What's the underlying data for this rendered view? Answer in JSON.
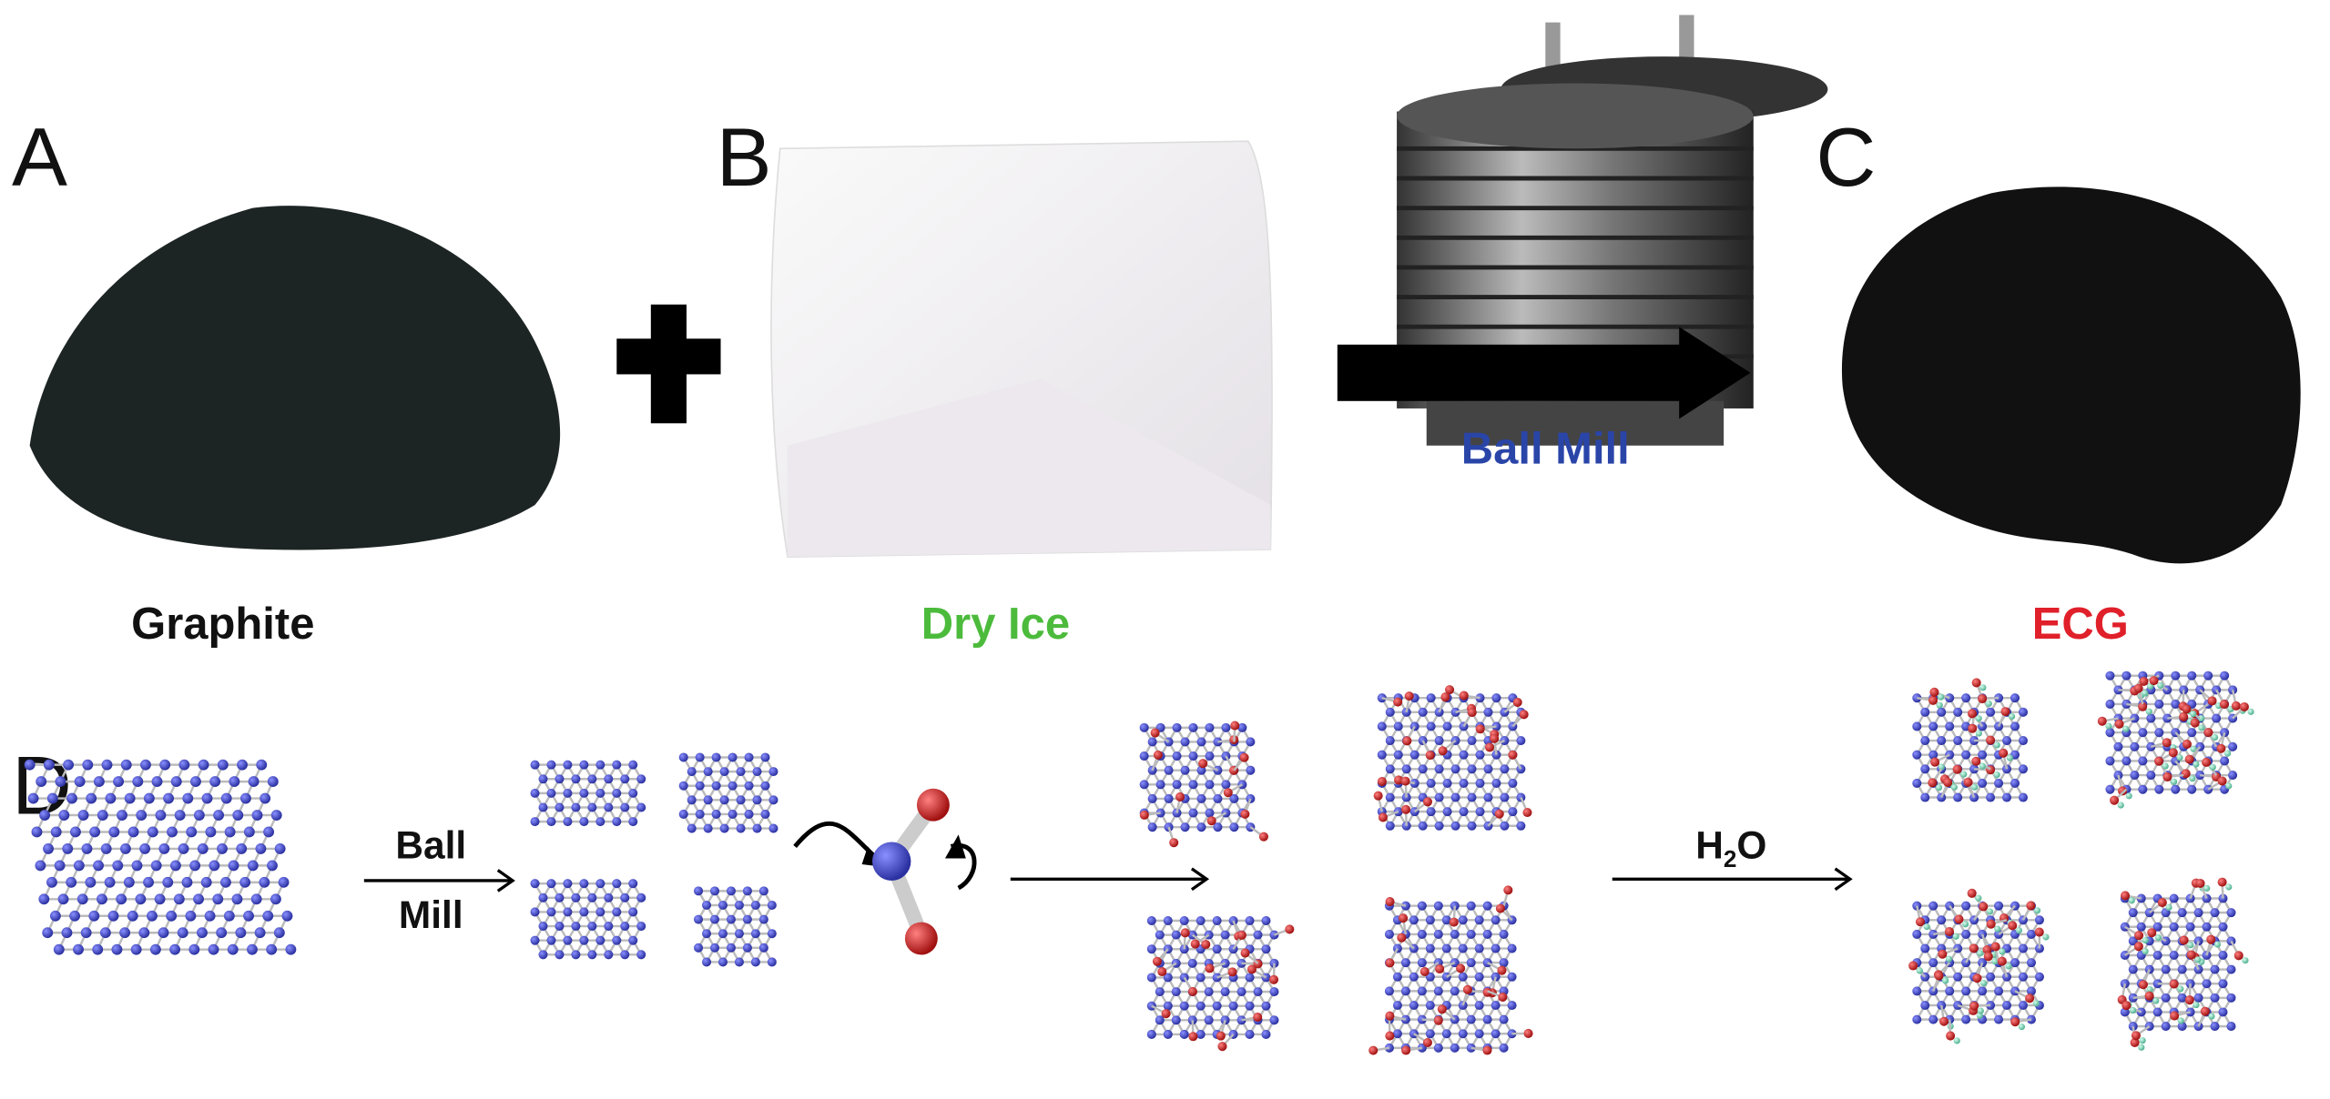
{
  "panels": {
    "a": {
      "letter": "A",
      "caption": "Graphite"
    },
    "b": {
      "letter": "B",
      "caption": "Dry Ice"
    },
    "c": {
      "letter": "C",
      "caption": "ECG"
    },
    "d": {
      "letter": "D"
    }
  },
  "process": {
    "ball_mill_label": "Ball Mill",
    "step1_line1": "Ball",
    "step1_line2": "Mill",
    "step3_label": "H",
    "step3_sub": "2",
    "step3_tail": "O"
  },
  "colors": {
    "graphite_caption": "#111111",
    "dry_ice_caption": "#4cbb3c",
    "ball_mill": "#2a45a8",
    "ecg_caption": "#e0202a",
    "carbon_atom": "#3a44b8",
    "oxygen_atom": "#d0202a",
    "hydrogen_atom": "#7fd8c0"
  }
}
